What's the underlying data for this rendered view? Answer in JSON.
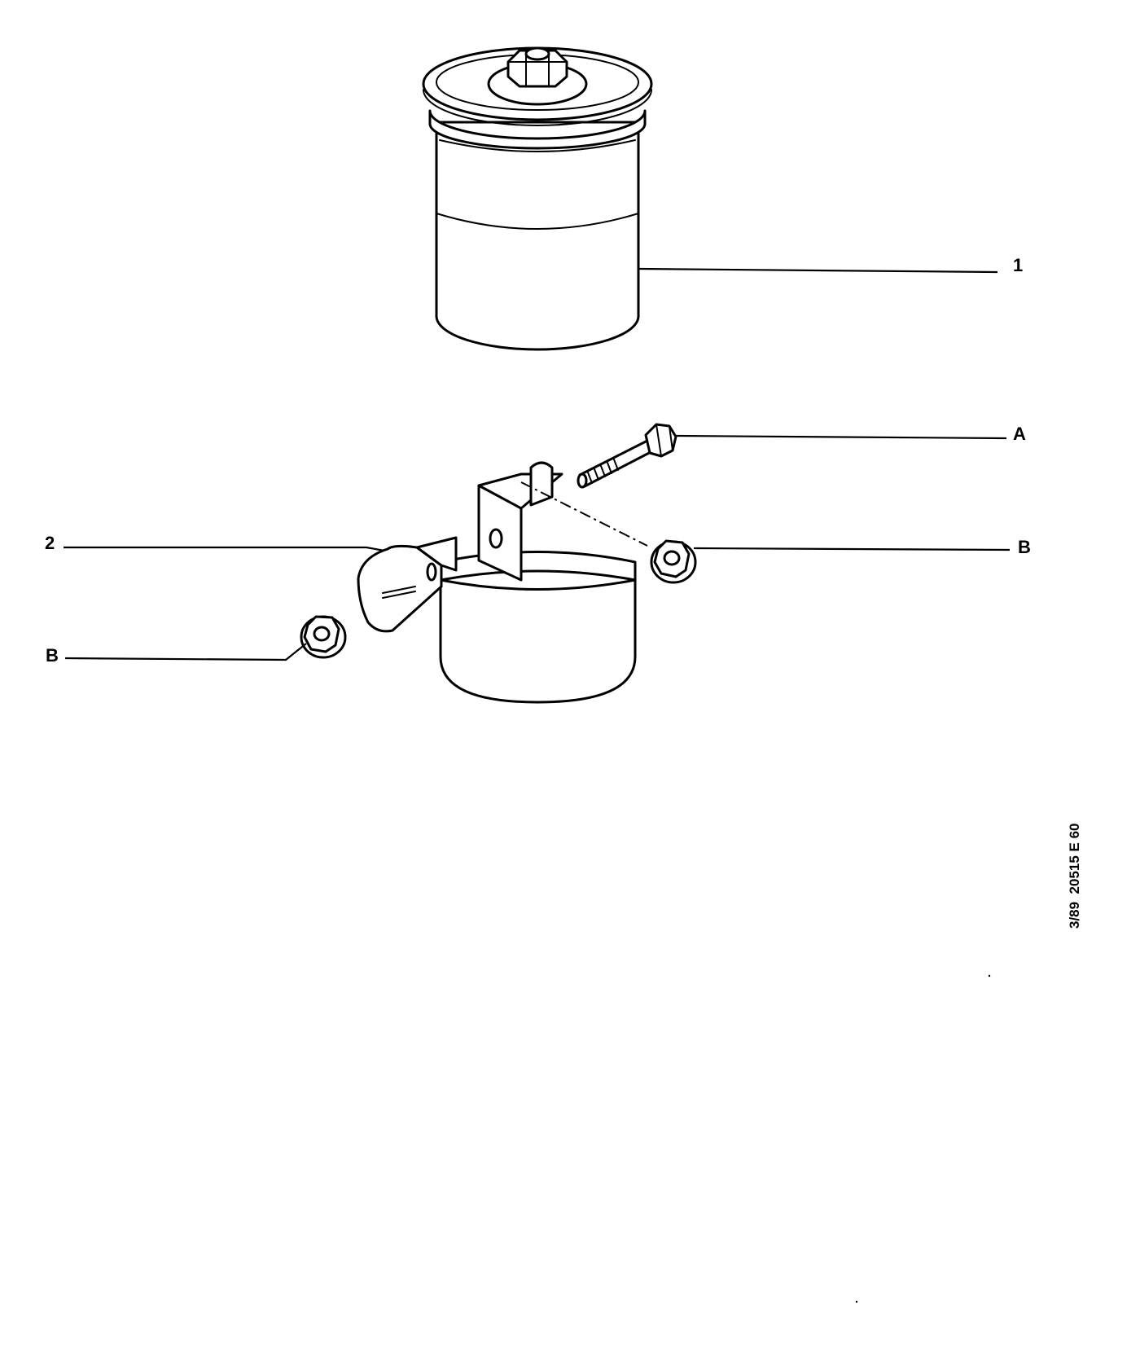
{
  "callouts": {
    "filter": "1",
    "bracket": "2",
    "bolt": "A",
    "nut_right": "B",
    "nut_left": "B"
  },
  "reference_code": "3/89  20515 E 60"
}
